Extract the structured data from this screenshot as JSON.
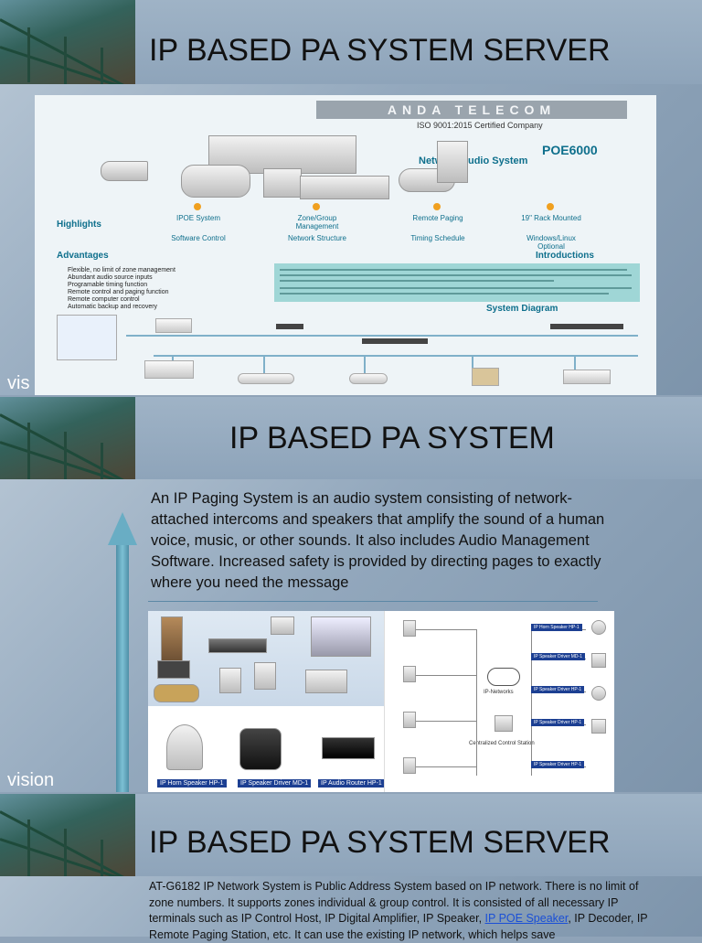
{
  "slides": [
    {
      "title": "IP BASED PA SYSTEM SERVER",
      "watermark_label": "vis",
      "brochure": {
        "logo": "ANDA TELECOM",
        "iso": "ISO 9001:2015 Certified Company",
        "product": "POE6000",
        "product_sub": "Network Audio System",
        "highlights_label": "Highlights",
        "highlights": [
          "IPOE System",
          "Zone/Group Management",
          "Remote Paging",
          "19\" Rack Mounted",
          "Software Control",
          "Network Structure",
          "Timing Schedule",
          "Windows/Linux Optional"
        ],
        "advantages_label": "Advantages",
        "advantages": [
          "Flexible, no limit of zone management",
          "Abundant audio source inputs",
          "Programable timing function",
          "Remote control and paging function",
          "Remote computer control",
          "Automatic backup and recovery"
        ],
        "introductions_label": "Introductions",
        "diagram_label": "System Diagram"
      }
    },
    {
      "title": "IP BASED PA SYSTEM",
      "watermark_label": "vision",
      "paragraph": "An IP Paging System is an audio system consisting of network-attached intercoms and speakers that amplify the sound of a human voice, music, or other sounds. It also includes Audio Management Software. Increased safety is provided by directing pages to exactly where you need the message",
      "collage": {
        "captions": [
          "IP Horn Speaker HP-1",
          "IP Speaker Driver MD-1",
          "IP Audio Router HP-1"
        ],
        "network_label": "IP-Networks",
        "station_label": "Centralized Control Station",
        "right_captions": [
          "IP Horn Speaker HP-1",
          "IP Speaker Driver MD-1",
          "IP Speaker Driver HP-1",
          "IP Speaker Driver HP-1",
          "IP Speaker Driver HP-1"
        ]
      }
    },
    {
      "title": "IP BASED PA SYSTEM SERVER",
      "text_before_link": "AT-G6182 IP Network System is Public Address System based on IP network. There is no limit of zone numbers. It supports zones individual & group control. It is consisted of all necessary IP terminals such as IP Control Host, IP Digital Amplifier, IP Speaker, ",
      "link_text": "IP POE Speaker",
      "text_after_link": ", IP Decoder, IP Remote Paging Station, etc. It can use the existing IP network, which helps save"
    }
  ]
}
